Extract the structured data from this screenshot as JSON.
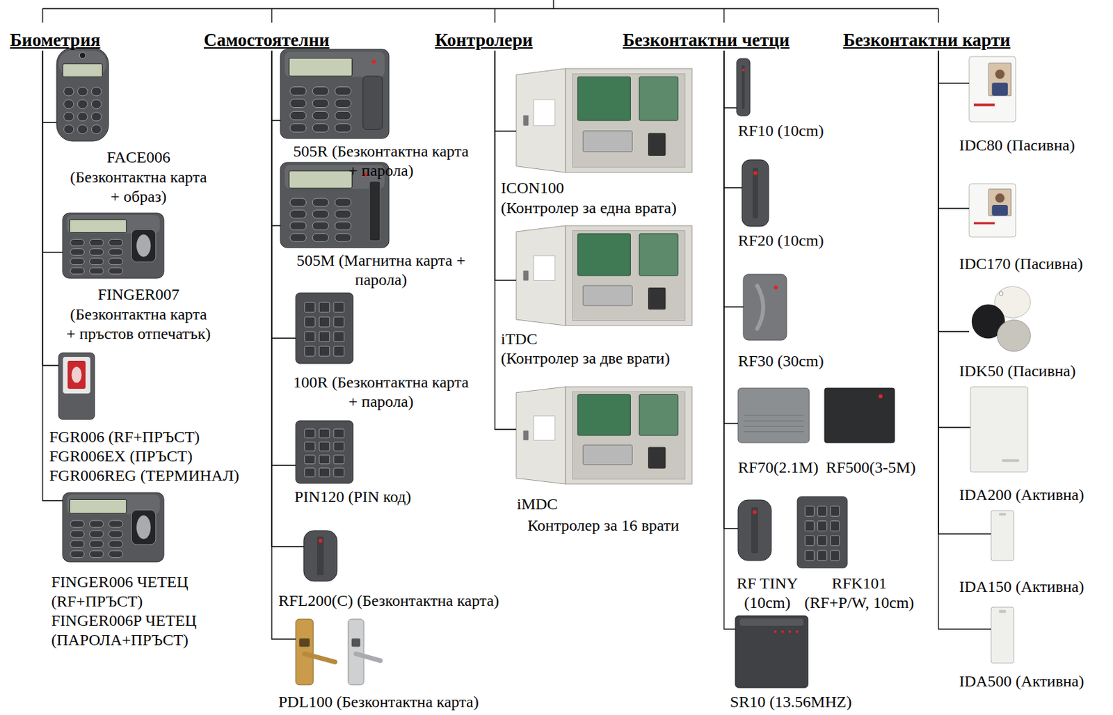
{
  "diagram": {
    "nodes": [
      {
        "text": [
          "Биометрия"
        ]
      },
      {
        "text": [
          "Самостоятелни"
        ]
      },
      {
        "text": [
          "Контролери"
        ]
      },
      {
        "text": [
          "Безконтактни четци"
        ]
      },
      {
        "text": [
          "Безконтактни карти"
        ]
      },
      {
        "text": [
          "FACE006",
          "(Безконтактна карта + образ)"
        ]
      },
      {
        "text": [
          "FINGER007",
          "(Безконтактна карта + пръстов отпечатък)"
        ]
      },
      {
        "text": [
          "FGR006 (RF+ПРЪСТ)",
          "FGR006EX (ПРЪСТ)",
          "FGR006REG (ТЕРМИНАЛ)"
        ]
      },
      {
        "text": [
          "FINGER006 ЧЕТЕЦ (RF+ПРЪСТ)",
          "FINGER006P ЧЕТЕЦ (ПАРОЛА+ПРЪСТ)"
        ]
      },
      {
        "text": [
          "505R (Безконтактна карта + парола)"
        ]
      },
      {
        "text": [
          "505M (Магнитна карта + парола)"
        ]
      },
      {
        "text": [
          "100R (Безконтактна карта + парола)"
        ]
      },
      {
        "text": [
          "PIN120 (PIN код)"
        ]
      },
      {
        "text": [
          "RFL200(C) (Безконтактна карта)"
        ]
      },
      {
        "text": [
          "PDL100 (Безконтактна карта)"
        ]
      },
      {
        "text": [
          "ICON100",
          "(Контролер за една врата)"
        ]
      },
      {
        "text": [
          "iTDC",
          "(Контролер за две врати)"
        ]
      },
      {
        "text": [
          "iMDC",
          "Контролер за 16 врати"
        ]
      },
      {
        "text": [
          "RF10 (10cm)"
        ]
      },
      {
        "text": [
          "RF20 (10cm)"
        ]
      },
      {
        "text": [
          "RF30 (30cm)"
        ]
      },
      {
        "text": [
          "RF70(2.1M)"
        ]
      },
      {
        "text": [
          "RF500(3-5M)"
        ]
      },
      {
        "text": [
          "RF TINY (10cm)"
        ]
      },
      {
        "text": [
          "RFK101 (RF+P/W, 10cm)"
        ]
      },
      {
        "text": [
          "SR10 (13.56MHZ)"
        ]
      },
      {
        "text": [
          "IDC80 (Пасивна)"
        ]
      },
      {
        "text": [
          "IDC170 (Пасивна)"
        ]
      },
      {
        "text": [
          "IDK50 (Пасивна)"
        ]
      },
      {
        "text": [
          "IDA200 (Активна)"
        ]
      },
      {
        "text": [
          "IDA150 (Активна)"
        ]
      },
      {
        "text": [
          "IDA500 (Активна)"
        ]
      }
    ],
    "edges": [
      {
        "from": 0,
        "to": 5,
        "arrow": "none"
      },
      {
        "from": 0,
        "to": 6,
        "arrow": "none"
      },
      {
        "from": 0,
        "to": 7,
        "arrow": "none"
      },
      {
        "from": 0,
        "to": 8,
        "arrow": "none"
      },
      {
        "from": 1,
        "to": 9,
        "arrow": "none"
      },
      {
        "from": 1,
        "to": 10,
        "arrow": "none"
      },
      {
        "from": 1,
        "to": 11,
        "arrow": "none"
      },
      {
        "from": 1,
        "to": 12,
        "arrow": "none"
      },
      {
        "from": 1,
        "to": 13,
        "arrow": "none"
      },
      {
        "from": 1,
        "to": 14,
        "arrow": "none"
      },
      {
        "from": 2,
        "to": 15,
        "arrow": "none"
      },
      {
        "from": 2,
        "to": 16,
        "arrow": "none"
      },
      {
        "from": 2,
        "to": 17,
        "arrow": "none"
      },
      {
        "from": 3,
        "to": 18,
        "arrow": "none"
      },
      {
        "from": 3,
        "to": 19,
        "arrow": "none"
      },
      {
        "from": 3,
        "to": 20,
        "arrow": "none"
      },
      {
        "from": 3,
        "to": 21,
        "arrow": "none"
      },
      {
        "from": 3,
        "to": 23,
        "arrow": "none"
      },
      {
        "from": 3,
        "to": 25,
        "arrow": "none"
      },
      {
        "from": 4,
        "to": 26,
        "arrow": "none"
      },
      {
        "from": 4,
        "to": 27,
        "arrow": "none"
      },
      {
        "from": 4,
        "to": 28,
        "arrow": "none"
      },
      {
        "from": 4,
        "to": 29,
        "arrow": "none"
      },
      {
        "from": 4,
        "to": 30,
        "arrow": "none"
      },
      {
        "from": 4,
        "to": 31,
        "arrow": "none"
      }
    ]
  }
}
